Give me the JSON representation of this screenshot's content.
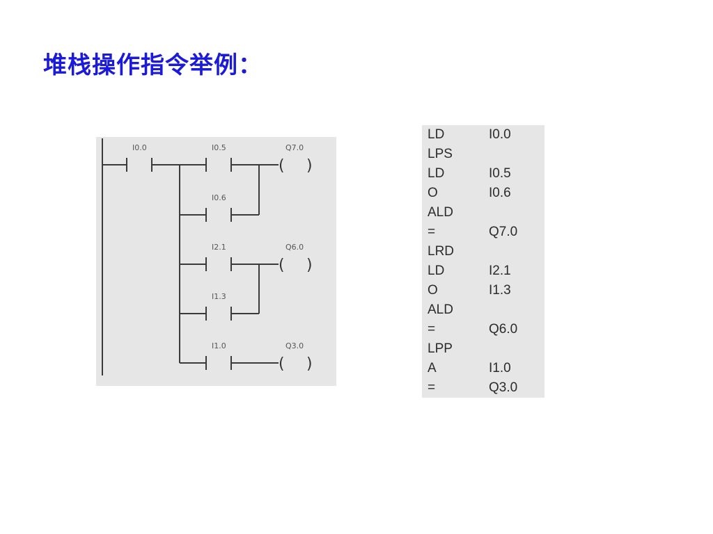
{
  "title": "堆栈操作指令举例：",
  "ladder": {
    "contacts": [
      {
        "id": "c1",
        "label": "I0.0"
      },
      {
        "id": "c2",
        "label": "I0.5"
      },
      {
        "id": "c3",
        "label": "I0.6"
      },
      {
        "id": "c4",
        "label": "I2.1"
      },
      {
        "id": "c5",
        "label": "I1.3"
      },
      {
        "id": "c6",
        "label": "I1.0"
      }
    ],
    "coils": [
      {
        "id": "q1",
        "label": "Q7.0"
      },
      {
        "id": "q2",
        "label": "Q6.0"
      },
      {
        "id": "q3",
        "label": "Q3.0"
      }
    ],
    "coil_open": "(",
    "coil_close": ")"
  },
  "stl": [
    {
      "op": "LD",
      "arg": "I0.0"
    },
    {
      "op": "LPS",
      "arg": ""
    },
    {
      "op": "LD",
      "arg": "I0.5"
    },
    {
      "op": "O",
      "arg": "I0.6"
    },
    {
      "op": "ALD",
      "arg": ""
    },
    {
      "op": "=",
      "arg": "Q7.0"
    },
    {
      "op": "LRD",
      "arg": ""
    },
    {
      "op": "LD",
      "arg": "I2.1"
    },
    {
      "op": "O",
      "arg": "I1.3"
    },
    {
      "op": "ALD",
      "arg": ""
    },
    {
      "op": "=",
      "arg": "Q6.0"
    },
    {
      "op": "LPP",
      "arg": ""
    },
    {
      "op": "A",
      "arg": "I1.0"
    },
    {
      "op": "=",
      "arg": "Q3.0"
    }
  ]
}
